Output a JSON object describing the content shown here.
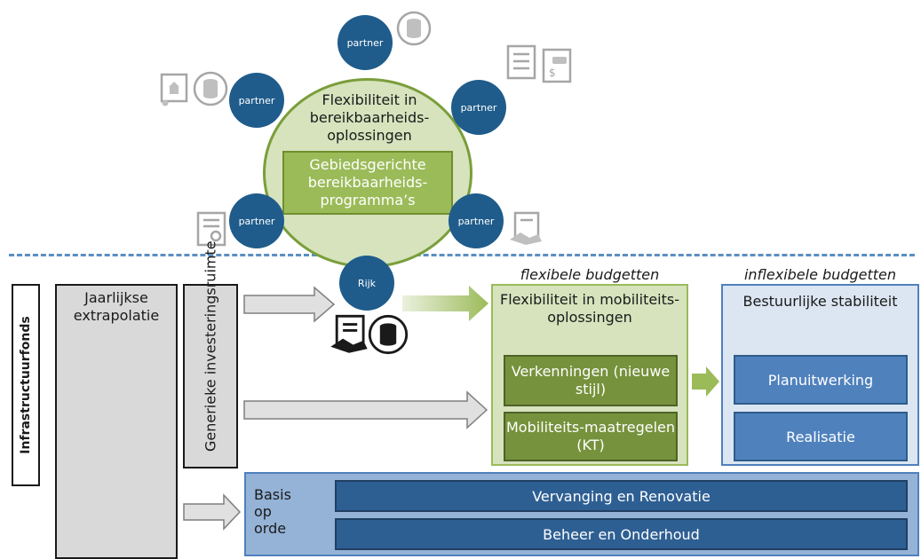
{
  "top_section": {
    "circle_title": "Flexibiliteit in bereikbaarheids-oplossingen",
    "circle_inner": "Gebiedsgerichte bereikbaarheids-programma’s",
    "partner_label": "partner",
    "rijk_label": "Rijk"
  },
  "left_column": {
    "vertical_label": "Infrastructuurfonds",
    "jaarlijkse": "Jaarlijkse extrapolatie",
    "generieke": "Generieke investeringsruimte"
  },
  "flexible": {
    "header": "flexibele budgetten",
    "title": "Flexibiliteit in mobiliteits-oplossingen",
    "item1": "Verkenningen (nieuwe stijl)",
    "item2": "Mobiliteits-maatregelen (KT)"
  },
  "inflexible": {
    "header": "inflexibele budgetten",
    "title": "Bestuurlijke stabiliteit",
    "item1": "Planuitwerking",
    "item2": "Realisatie"
  },
  "basis": {
    "label": "Basis op orde",
    "bar1": "Vervanging en Renovatie",
    "bar2": "Beheer en Onderhoud"
  },
  "colors": {
    "partner_blue": "#1f5c8b",
    "light_green": "#d6e3bd",
    "mid_green": "#9bbb59",
    "dark_green": "#76923c",
    "light_blue": "#dce6f2",
    "blue": "#4f81bd",
    "navy": "#2e5f93",
    "grey": "#d9d9d9"
  },
  "icons": [
    "coins-icon",
    "checklist-icon",
    "car-invoice-icon",
    "house-certificate-icon",
    "contract-icon",
    "handshake-document-icon"
  ]
}
